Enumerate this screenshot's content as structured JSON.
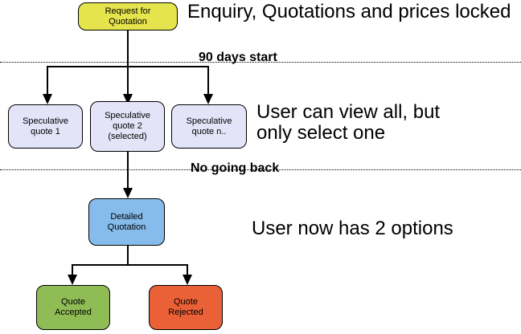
{
  "canvas": {
    "background": "#ffffff",
    "line_color": "#000000",
    "text_color": "#000000"
  },
  "flowchart": {
    "nodes": {
      "request": {
        "label": "Request for\nQuotation",
        "color": "#e5e44c"
      },
      "spec1": {
        "label": "Speculative\nquote 1",
        "color": "#e4e4f9"
      },
      "spec2": {
        "label": "Speculative\nquote 2\n(selected)",
        "color": "#e4e4f9"
      },
      "specn": {
        "label": "Speculative\nquote n..",
        "color": "#e4e4f9"
      },
      "detailed": {
        "label": "Detailed\nQuotation",
        "color": "#85bcec"
      },
      "accepted": {
        "label": "Quote\nAccepted",
        "color": "#90bc55"
      },
      "rejected": {
        "label": "Quote\nRejected",
        "color": "#ea6138"
      }
    },
    "annotations": {
      "enquiry": "Enquiry, Quotations and prices locked",
      "days_start": "90 days start",
      "view_all": "User can view all, but\nonly select one",
      "no_going_back": "No going back",
      "two_options": "User now has 2 options"
    }
  }
}
